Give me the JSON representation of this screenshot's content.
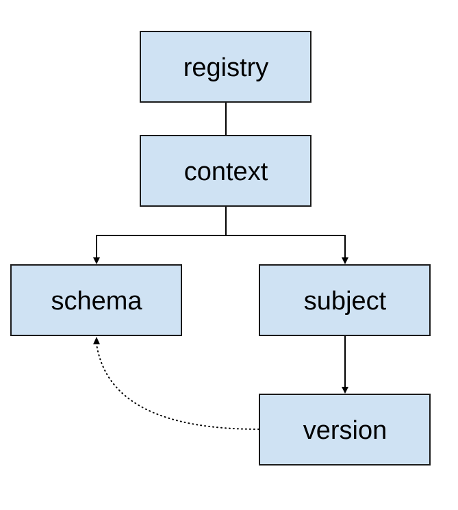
{
  "diagram": {
    "nodes": {
      "registry": "registry",
      "context": "context",
      "schema": "schema",
      "subject": "subject",
      "version": "version"
    },
    "edges": [
      {
        "from": "registry",
        "to": "context",
        "style": "solid",
        "arrow": false
      },
      {
        "from": "context",
        "to": "schema",
        "style": "solid",
        "arrow": true
      },
      {
        "from": "context",
        "to": "subject",
        "style": "solid",
        "arrow": true
      },
      {
        "from": "subject",
        "to": "version",
        "style": "solid",
        "arrow": true
      },
      {
        "from": "version",
        "to": "schema",
        "style": "dotted",
        "arrow": true
      }
    ],
    "colors": {
      "node_fill": "#cfe2f3",
      "node_stroke": "#1a1a1a",
      "edge": "#000000"
    }
  }
}
